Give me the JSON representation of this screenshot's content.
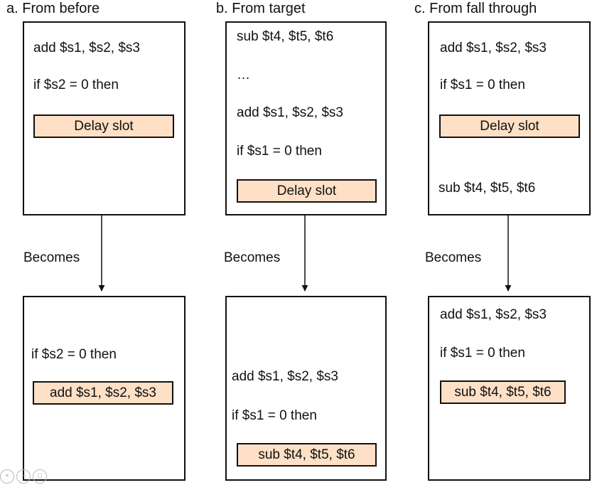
{
  "columns": [
    {
      "title": "a.  From before",
      "top": {
        "lines": [
          "add $s1, $s2, $s3",
          "if $s2 = 0 then"
        ],
        "slot": "Delay slot"
      },
      "becomes": "Becomes",
      "bottom": {
        "lines": [
          "if $s2 = 0 then"
        ],
        "slot": "add $s1, $s2, $s3"
      }
    },
    {
      "title": "b.  From target",
      "top": {
        "lines": [
          "sub $t4, $t5, $t6",
          "…",
          "add $s1, $s2, $s3",
          "if $s1 = 0 then"
        ],
        "slot": "Delay slot"
      },
      "becomes": "Becomes",
      "bottom": {
        "lines": [
          "add $s1, $s2, $s3",
          "if $s1 = 0 then"
        ],
        "slot": "sub $t4, $t5, $t6"
      }
    },
    {
      "title": "c.  From fall through",
      "top": {
        "lines": [
          "add $s1, $s2, $s3",
          "if $s1 = 0 then",
          "sub $t4, $t5, $t6"
        ],
        "slot": "Delay slot"
      },
      "becomes": "Becomes",
      "bottom": {
        "lines": [
          "add $s1, $s2, $s3",
          "if $s1 = 0 then"
        ],
        "slot": "sub $t4, $t5, $t6"
      }
    }
  ],
  "icons": [
    "zoom-in-icon",
    "zoom-out-icon",
    "fit-icon"
  ]
}
